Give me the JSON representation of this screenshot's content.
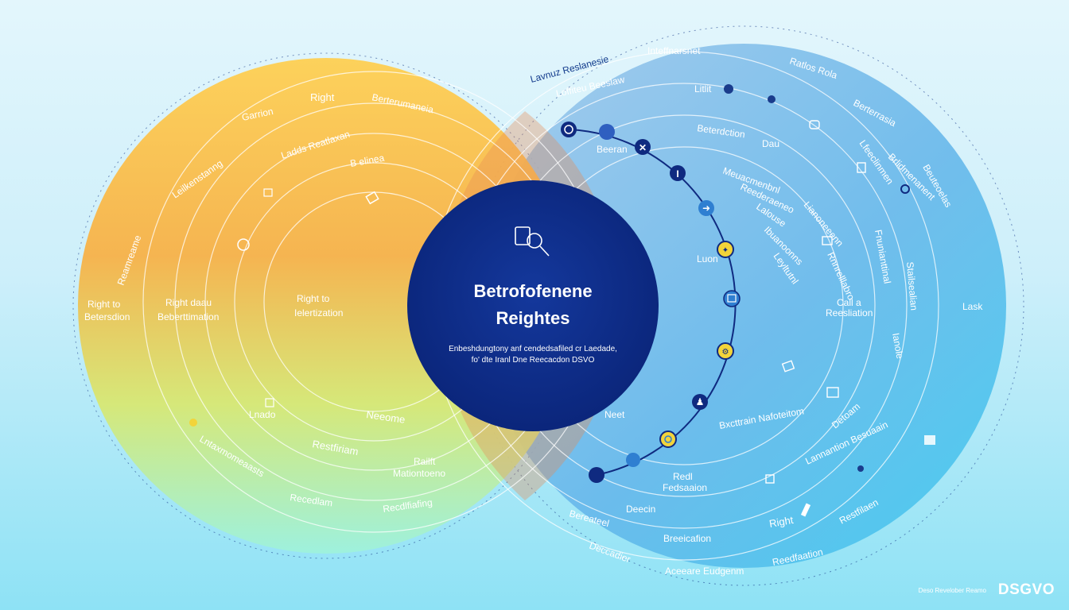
{
  "center": {
    "title_line1": "Betrofofenene",
    "title_line2": "Reightes",
    "subtitle_line1": "Enbeshdungtony anf cendedsafiled cr Laedade,",
    "subtitle_line2": "fo' dte Iranl Dne Reecacdon DSVO"
  },
  "brand": {
    "footer_small": "Deso Revelober Reamo",
    "logo": "DSGVO"
  },
  "left_labels": [
    "Right",
    "Berterumaneia",
    "Garrion",
    "Ladds Reatlaxan",
    "B elinea",
    "Leilkenstanng",
    "Reamreame",
    "Right to",
    "Betersdion",
    "Right daau",
    "Beberttimation",
    "Right to",
    "Ielertization",
    "Lnado",
    "Neeome",
    "Restfiriam",
    "Railft",
    "Mationtoeno",
    "Recedlam",
    "Recdlfiafing",
    "Lntaxmomeaasts"
  ],
  "right_labels": [
    "Inteffnarsnet",
    "Lavnuz Reslanesie",
    "Litlit",
    "Ratlos Rola",
    "Loffiteu Beeslaw",
    "Berterrasia",
    "Beeran",
    "Beterdction",
    "Dau",
    "Brlidmenanent",
    "Lask",
    "Neet",
    "Luon",
    "Call a",
    "Reesliation",
    "Ianole",
    "Bxcttrain Nafoteitom",
    "Lannantion Besuaain",
    "Redl",
    "Fedsaaion",
    "Deecin",
    "Right",
    "Restfilaen",
    "Breeicafion",
    "Deccadier",
    "Aceeare Eudgenm",
    "Bereateel",
    "Reedfaation",
    "Meuacmenbnl",
    "Reederaeneo",
    "Lalouse",
    "Ibuanoonns",
    "Leyltutnl",
    "Rnnrelllabro",
    "Beuteoelas",
    "Fnunianttinal",
    "Lfeeclinmen",
    "Stailsealian",
    "Detoam",
    "Lianoneeenn"
  ],
  "colors": {
    "left_circle_top": "#ffe26a",
    "left_circle_mid": "#f7a53a",
    "left_circle_bottom": "#a8f0c8",
    "right_circle": "#5aa9e6",
    "center_disc": "#0c2c8a",
    "timeline_stroke": "#0f2a80",
    "timeline_node_dark": "#0f2a80",
    "timeline_node_blue": "#2f7fd1",
    "timeline_node_yellow": "#f2d43a"
  },
  "timeline_nodes": [
    {
      "icon": "person-outline-icon",
      "style": "dark"
    },
    {
      "icon": "dot-icon",
      "style": "blue"
    },
    {
      "icon": "close-icon",
      "style": "dark"
    },
    {
      "icon": "info-icon",
      "style": "dark"
    },
    {
      "icon": "arrow-icon",
      "style": "blue"
    },
    {
      "icon": "lightbulb-icon",
      "style": "yellow"
    },
    {
      "icon": "calendar-icon",
      "style": "blue"
    },
    {
      "icon": "gear-icon",
      "style": "yellow"
    },
    {
      "icon": "person-icon",
      "style": "dark"
    },
    {
      "icon": "search-icon",
      "style": "yellow"
    },
    {
      "icon": "dot-icon",
      "style": "blue"
    },
    {
      "icon": "dot-icon",
      "style": "dark"
    }
  ]
}
